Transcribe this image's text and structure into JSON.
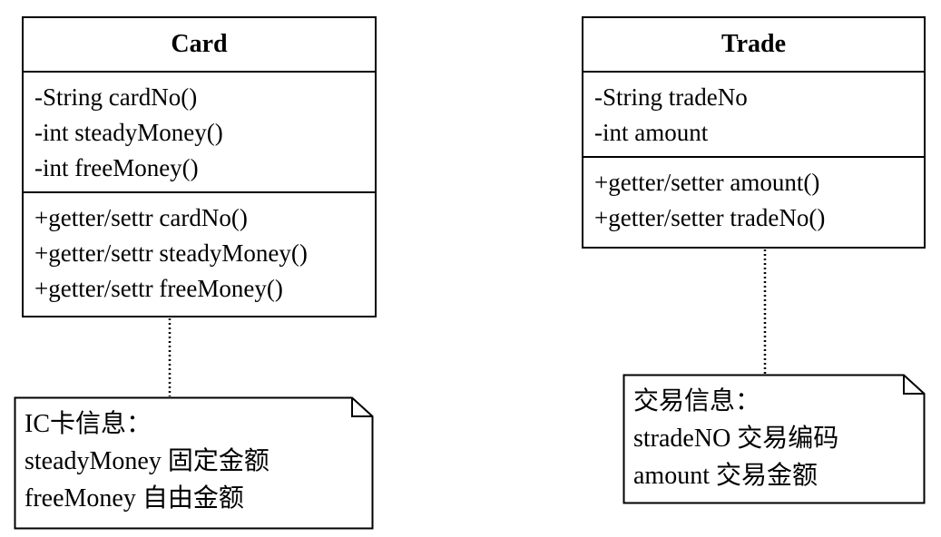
{
  "card_class": {
    "name": "Card",
    "attributes": [
      "-String cardNo()",
      "-int steadyMoney()",
      "-int freeMoney()"
    ],
    "operations": [
      "+getter/settr cardNo()",
      "+getter/settr steadyMoney()",
      "+getter/settr freeMoney()"
    ]
  },
  "trade_class": {
    "name": "Trade",
    "attributes": [
      "-String tradeNo",
      "-int amount"
    ],
    "operations": [
      "+getter/setter amount()",
      "+getter/setter tradeNo()"
    ]
  },
  "card_note": {
    "lines": [
      "IC卡信息：",
      "steadyMoney  固定金额",
      "freeMoney 自由金额"
    ]
  },
  "trade_note": {
    "lines": [
      "交易信息：",
      "stradeNO  交易编码",
      "amount   交易金额"
    ]
  }
}
